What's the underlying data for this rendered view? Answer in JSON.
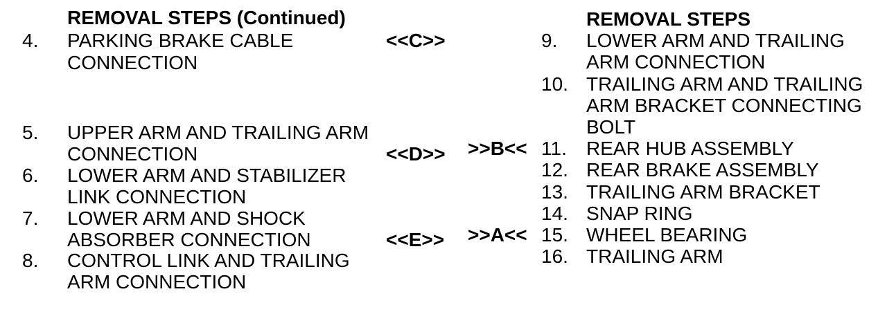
{
  "colors": {
    "background": "#ffffff",
    "text": "#000000"
  },
  "left_column": {
    "block_a": {
      "lines": [
        {
          "num": "",
          "text": "REMOVAL STEPS (Continued)",
          "marker": ""
        },
        {
          "num": "4.",
          "text": "PARKING BRAKE CABLE",
          "marker": "<<C>>"
        },
        {
          "num": "",
          "text": "CONNECTION",
          "marker": ""
        }
      ]
    },
    "block_b": {
      "lines": [
        {
          "num": "5.",
          "text": "UPPER ARM AND TRAILING ARM",
          "marker": ""
        },
        {
          "num": "",
          "text": "CONNECTION",
          "marker": "<<D>>"
        },
        {
          "num": "6.",
          "text": "LOWER ARM AND STABILIZER",
          "marker": ""
        },
        {
          "num": "",
          "text": "LINK CONNECTION",
          "marker": ""
        },
        {
          "num": "7.",
          "text": "LOWER ARM AND SHOCK",
          "marker": ""
        },
        {
          "num": "",
          "text": "ABSORBER CONNECTION",
          "marker": "<<E>>"
        },
        {
          "num": "8.",
          "text": "CONTROL LINK AND TRAILING",
          "marker": ""
        },
        {
          "num": "",
          "text": "ARM CONNECTION",
          "marker": ""
        }
      ]
    }
  },
  "right_column": {
    "lines": [
      {
        "marker": "",
        "num": "",
        "text": "REMOVAL STEPS"
      },
      {
        "marker": "",
        "num": "9.",
        "text": "LOWER ARM AND TRAILING"
      },
      {
        "marker": "",
        "num": "",
        "text": "ARM CONNECTION"
      },
      {
        "marker": "",
        "num": "10.",
        "text": "TRAILING ARM AND TRAILING"
      },
      {
        "marker": "",
        "num": "",
        "text": "ARM BRACKET CONNECTING"
      },
      {
        "marker": "",
        "num": "",
        "text": "BOLT"
      },
      {
        "marker": ">>B<<",
        "num": "11.",
        "text": "REAR HUB ASSEMBLY"
      },
      {
        "marker": "",
        "num": "12.",
        "text": "REAR BRAKE ASSEMBLY"
      },
      {
        "marker": "",
        "num": "13.",
        "text": "TRAILING ARM BRACKET"
      },
      {
        "marker": "",
        "num": "14.",
        "text": "SNAP RING"
      },
      {
        "marker": ">>A<<",
        "num": "15.",
        "text": "WHEEL BEARING"
      },
      {
        "marker": "",
        "num": "16.",
        "text": "TRAILING ARM"
      }
    ]
  }
}
